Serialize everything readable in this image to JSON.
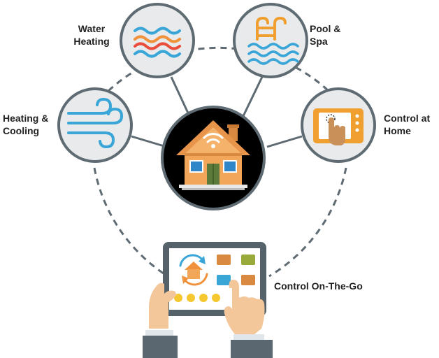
{
  "diagram": {
    "center": {
      "name": "smart-home",
      "icon": "house-wifi-icon"
    },
    "nodes": [
      {
        "id": "water-heating",
        "label": "Water\nHeating",
        "icon": "water-waves-icon"
      },
      {
        "id": "pool-spa",
        "label": "Pool &\nSpa",
        "icon": "pool-ladder-icon"
      },
      {
        "id": "heating-cooling",
        "label": "Heating &\nCooling",
        "icon": "wind-icon"
      },
      {
        "id": "control-home",
        "label": "Control at\nHome",
        "icon": "touch-panel-icon"
      },
      {
        "id": "control-go",
        "label": "Control On-The-Go",
        "icon": "tablet-hands-icon"
      }
    ]
  },
  "colors": {
    "circle_fill": "#e8eaeb",
    "circle_stroke": "#5f6b73",
    "center_fill": "#000000",
    "wave_blue": "#3aa6d8",
    "wave_orange": "#f0923c",
    "wave_red": "#e94d3c",
    "house_orange": "#f2a65a",
    "tablet_frame": "#56626a",
    "skin": "#f3c79a",
    "sleeve": "#5b6770"
  }
}
